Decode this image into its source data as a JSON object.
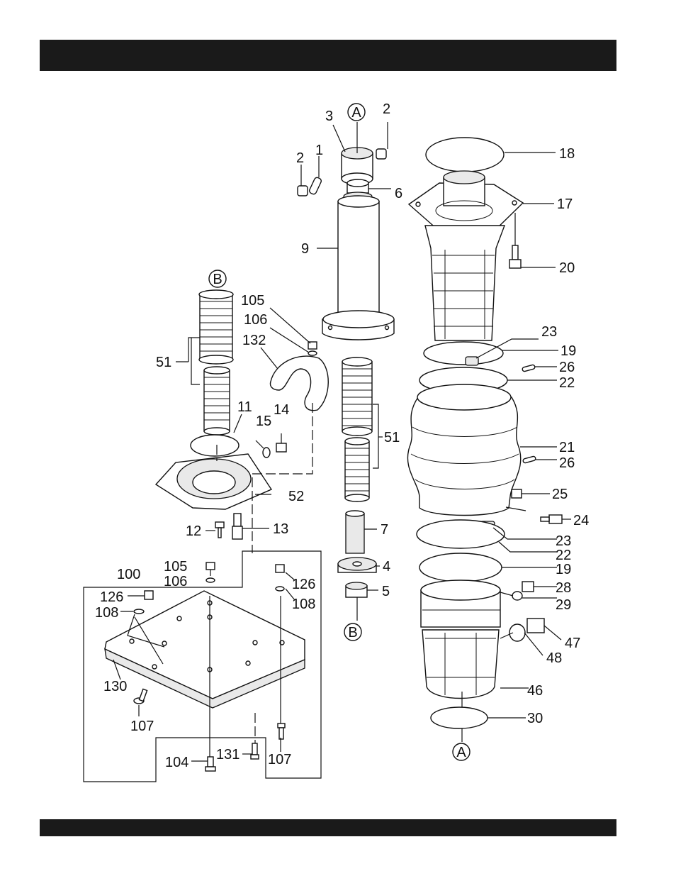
{
  "header_bar": {
    "text": ""
  },
  "footer_bar": {
    "text": ""
  },
  "diagram": {
    "circle_refs": {
      "a_top": "A",
      "a_bottom": "A",
      "b_top": "B",
      "b_bottom": "B"
    },
    "callouts": {
      "p1": "1",
      "p2a": "2",
      "p2b": "2",
      "p3": "3",
      "p4": "4",
      "p5": "5",
      "p6": "6",
      "p7": "7",
      "p9": "9",
      "p11": "11",
      "p12": "12",
      "p13": "13",
      "p14": "14",
      "p15": "15",
      "p17": "17",
      "p18": "18",
      "p19a": "19",
      "p19b": "19",
      "p20": "20",
      "p21": "21",
      "p22a": "22",
      "p22b": "22",
      "p23a": "23",
      "p23b": "23",
      "p24": "24",
      "p25": "25",
      "p26a": "26",
      "p26b": "26",
      "p28": "28",
      "p29": "29",
      "p30": "30",
      "p46": "46",
      "p47": "47",
      "p48": "48",
      "p51a": "51",
      "p51b": "51",
      "p52": "52",
      "p100": "100",
      "p104": "104",
      "p105a": "105",
      "p105b": "105",
      "p106a": "106",
      "p106b": "106",
      "p107a": "107",
      "p107b": "107",
      "p108a": "108",
      "p108b": "108",
      "p126a": "126",
      "p126b": "126",
      "p130": "130",
      "p131": "131",
      "p132": "132"
    }
  }
}
